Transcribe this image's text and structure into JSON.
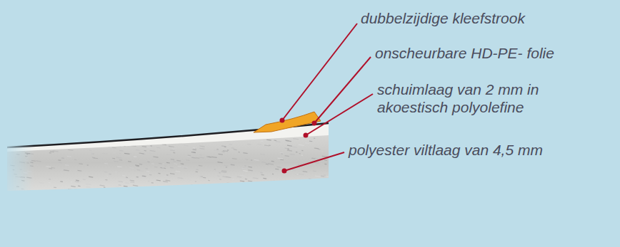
{
  "diagram": {
    "labels": [
      "dubbelzijdige kleefstrook",
      "onscheurbare HD-PE- folie",
      "schuimlaag van 2 mm in akoestisch polyolefine",
      "polyester viltlaag van 4,5 mm"
    ]
  }
}
